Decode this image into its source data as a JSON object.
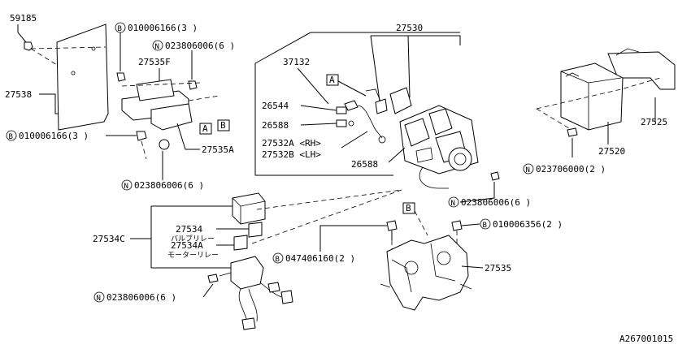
{
  "labels": {
    "p59185": "59185",
    "p27538": "27538",
    "b1": "010006166(3 )",
    "n1": "023806006(6 )",
    "p27535F": "27535F",
    "b2": "010006166(3 )",
    "p27535A": "27535A",
    "n2": "023806006(6 )",
    "p27530": "27530",
    "p37132": "37132",
    "p26544": "26544",
    "p26588a": "26588",
    "p27532a": "27532A <RH>",
    "p27532b": "27532B <LH>",
    "p26588b": "26588",
    "n3": "023806006(6 )",
    "p27525": "27525",
    "p27520": "27520",
    "n4": "023706000(2 )",
    "p27534C": "27534C",
    "p27534": "27534",
    "valve_relay": "バルブリレー",
    "p27534A": "27534A",
    "motor_relay": "モーターリレー",
    "b3": "047406160(2 )",
    "b4": "010006356(2 )",
    "p27535": "27535",
    "n5": "023806006(6 )",
    "ref_a": "A",
    "ref_b": "B",
    "diagram_id": "A267001015"
  },
  "marker_B": "B",
  "marker_N": "N"
}
